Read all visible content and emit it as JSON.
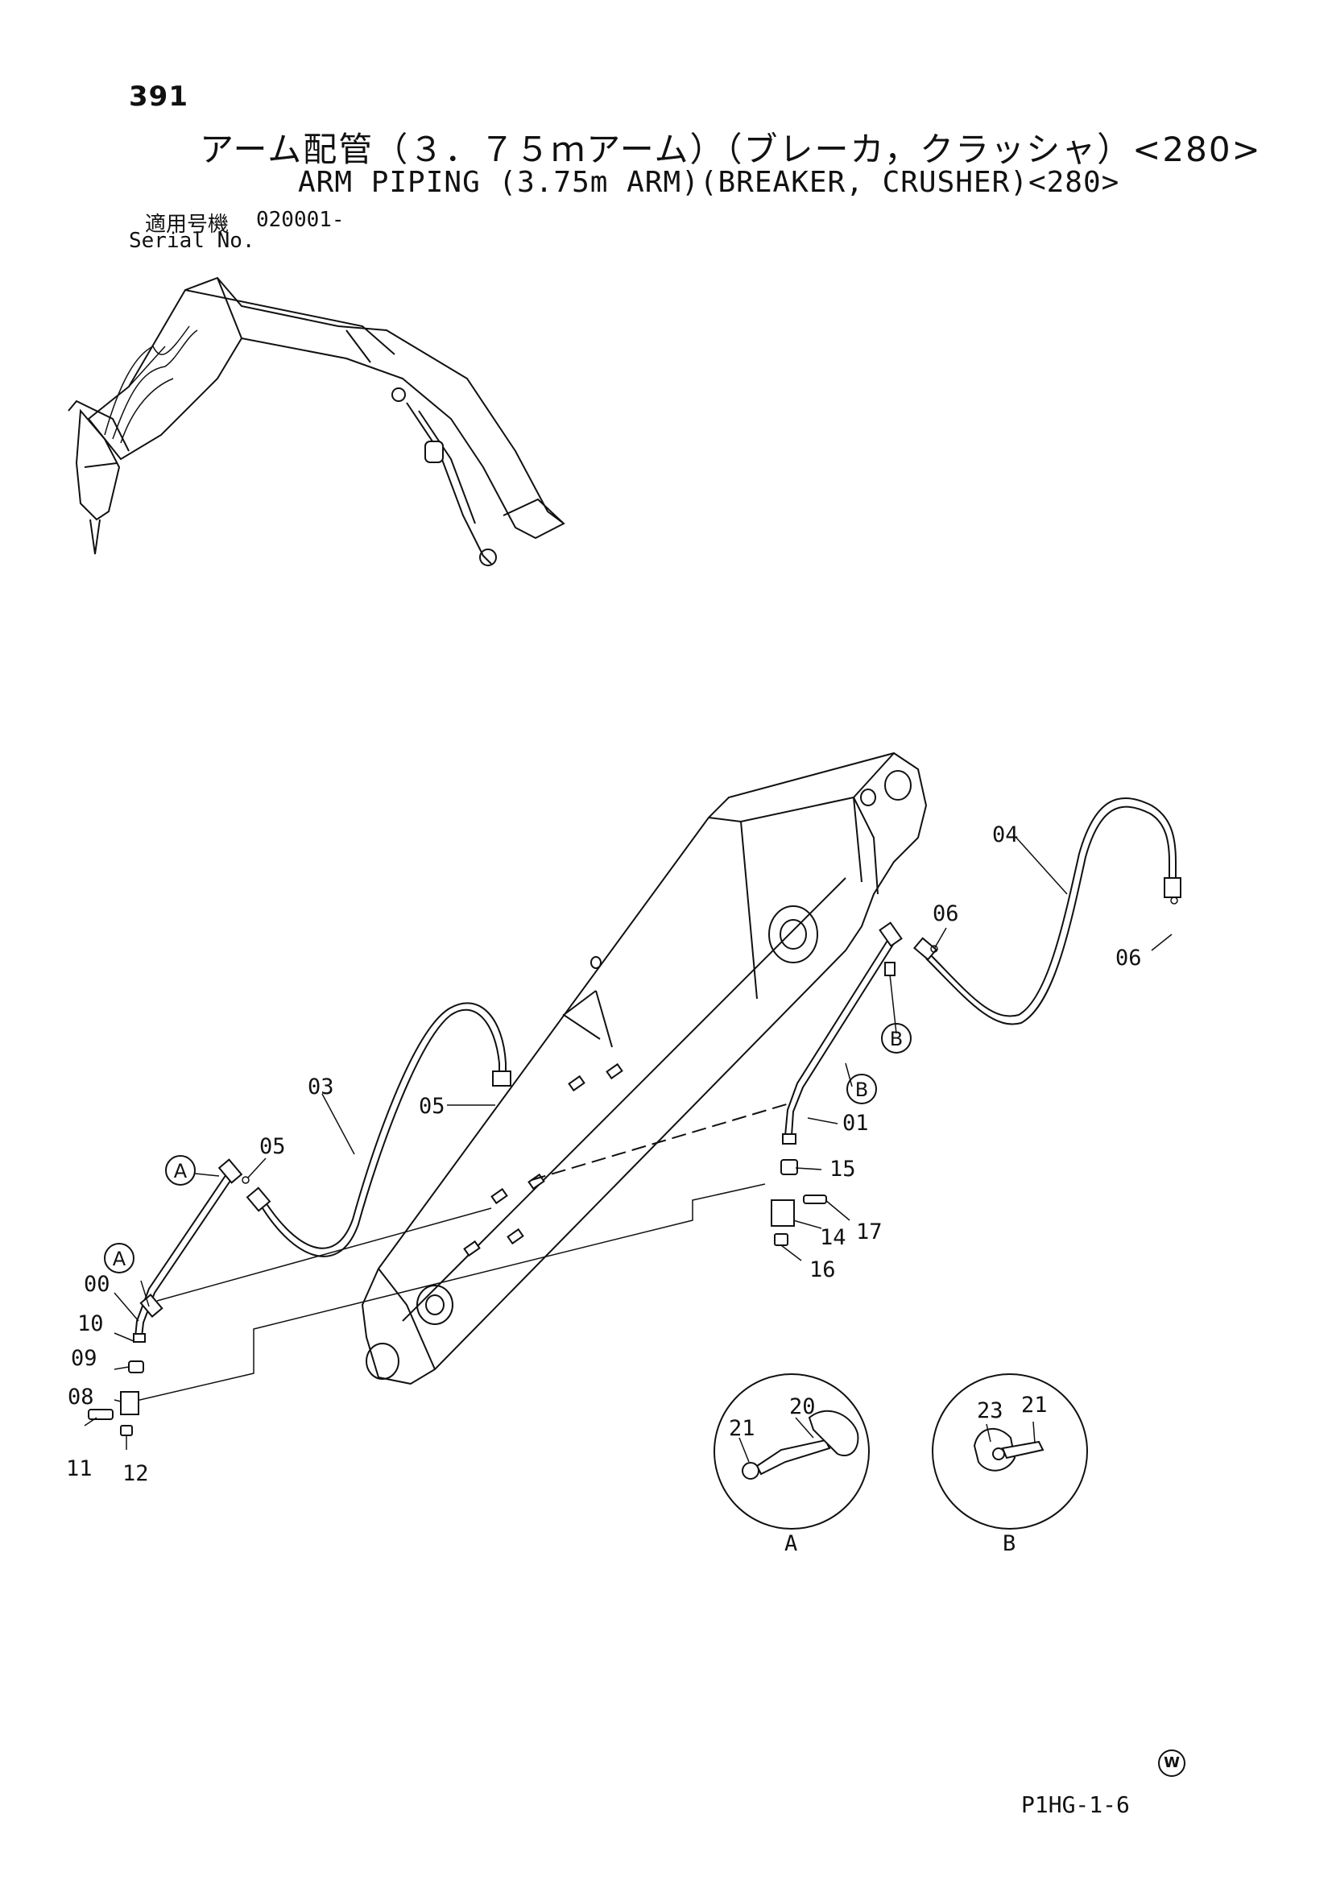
{
  "header": {
    "page_number": "391",
    "title_jp": "アーム配管（３．７５ｍアーム）（ブレーカ，クラッシャ）<280>",
    "title_en": "ARM PIPING (3.75m ARM)(BREAKER, CRUSHER)<280>",
    "serial_label_jp": "適用号機",
    "serial_value": "020001-",
    "serial_label_en": "Serial No."
  },
  "parts": {
    "p00": "00",
    "p01": "01",
    "p03": "03",
    "p04": "04",
    "p05a": "05",
    "p05b": "05",
    "p06a": "06",
    "p06b": "06",
    "p08": "08",
    "p09": "09",
    "p10": "10",
    "p11": "11",
    "p12": "12",
    "p14": "14",
    "p15": "15",
    "p16": "16",
    "p17": "17",
    "p20": "20",
    "p21a": "21",
    "p21b": "21",
    "p23": "23"
  },
  "callouts": {
    "a1": "A",
    "a2": "A",
    "b1": "B",
    "b2": "B",
    "detail_a": "A",
    "detail_b": "B"
  },
  "footer": {
    "mark": "W",
    "code": "P1HG-1-6"
  }
}
